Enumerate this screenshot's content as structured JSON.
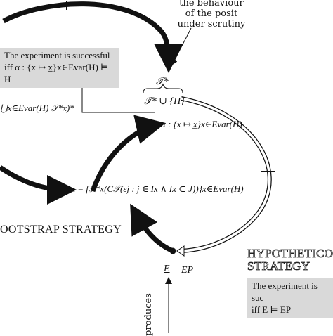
{
  "labels": {
    "behaviour_note": [
      "the behaviour",
      "of the posit",
      "under scrutiny"
    ],
    "box_top": [
      "The experiment is successful",
      "iff α : {x ↦ x̲}x∈Evar(H) ⊨ H"
    ],
    "theory_node": "𝒯*",
    "theory_union": "𝒯* ∪ {H}",
    "union_left": "⋃x∈Evar(H) 𝒯*x)*",
    "alpha_node": "α : {x ↦ x̲}x∈Evar(H)",
    "formula_node": "{x = f𝒯*x(C𝒯(εj : j ∈ Ix ∧ Ix ⊂ J))}x∈Evar(H)",
    "bootstrap": "OOTSTRAP STRATEGY",
    "hypothetico": [
      "HYPOTHETICO-",
      "STRATEGY"
    ],
    "evidence": "E",
    "evidence_pred": "EP",
    "produces": "produces",
    "box_bottom": [
      "The experiment is suc",
      "iff E ⊨ EP"
    ]
  },
  "colors": {
    "box_fill": "#d9d9d9",
    "stroke": "#111111",
    "outline_arrow": "#ffffff"
  }
}
